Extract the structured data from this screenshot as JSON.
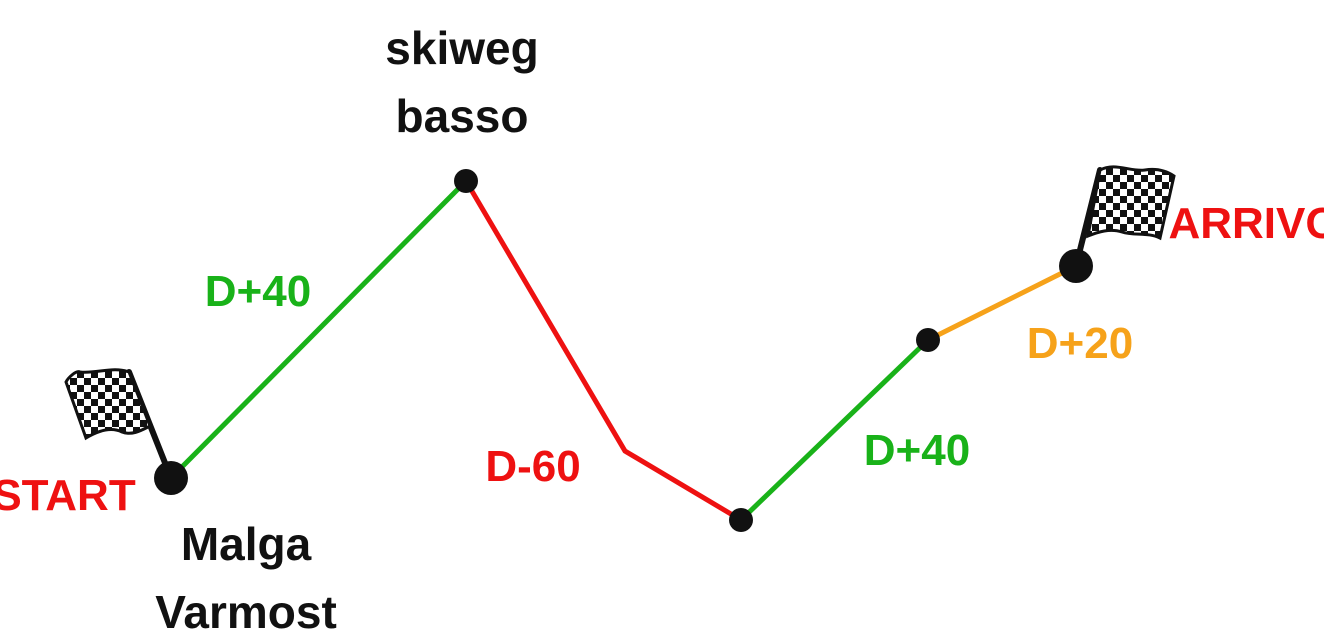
{
  "colors": {
    "up": "#19b219",
    "down": "#ee1111",
    "gentle": "#f6a21a",
    "point": "#111111",
    "label_dark": "#111111",
    "label_red": "#ee1111"
  },
  "labels": {
    "start": "START",
    "finish": "ARRIVO",
    "start_point_line1": "Malga",
    "start_point_line2": "Varmost",
    "summit_line1": "skiweg",
    "summit_line2": "basso"
  },
  "segments": [
    {
      "label": "D+40",
      "type": "up"
    },
    {
      "label": "D-60",
      "type": "down"
    },
    {
      "label": "D+40",
      "type": "up"
    },
    {
      "label": "D+20",
      "type": "gentle"
    }
  ],
  "icons": {
    "start_flag": "checkered-flag-icon",
    "finish_flag": "checkered-flag-icon"
  }
}
